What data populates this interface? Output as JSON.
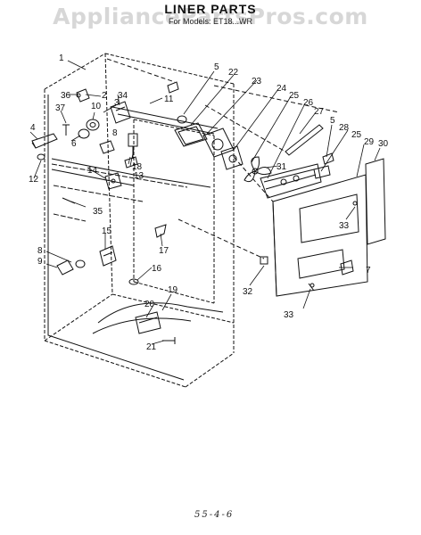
{
  "header": {
    "title": "LINER PARTS",
    "subtitle": "For Models: ET18...WR",
    "watermark": "AppliancePartsPros.com"
  },
  "callouts": [
    "1",
    "2",
    "3",
    "4",
    "5",
    "6",
    "7",
    "8",
    "9",
    "10",
    "11",
    "12",
    "13",
    "14",
    "15",
    "16",
    "17",
    "18",
    "19",
    "20",
    "21",
    "22",
    "23",
    "24",
    "25",
    "26",
    "27",
    "28",
    "29",
    "30",
    "31",
    "32",
    "33",
    "34",
    "35",
    "36",
    "37"
  ],
  "footer": {
    "code": "55-4-6"
  },
  "colors": {
    "line": "#111111",
    "background": "#ffffff",
    "watermark": "#969696"
  }
}
